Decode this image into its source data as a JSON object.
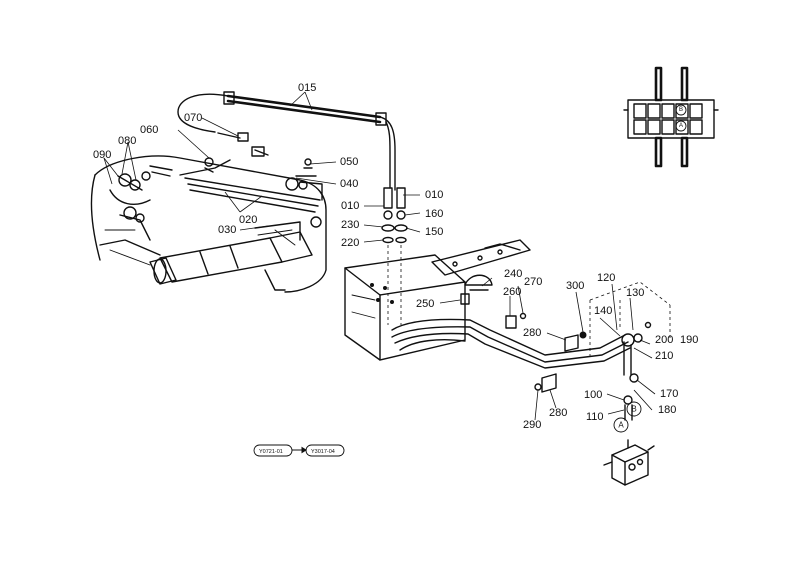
{
  "callouts": {
    "p015": "015",
    "p070": "070",
    "p060": "060",
    "p080": "080",
    "p090": "090",
    "p050": "050",
    "p040": "040",
    "p020": "020",
    "p030": "030",
    "p010a": "010",
    "p010b": "010",
    "p230": "230",
    "p220": "220",
    "p160": "160",
    "p150": "150",
    "p240": "240",
    "p270": "270",
    "p260": "260",
    "p250": "250",
    "p300": "300",
    "p120": "120",
    "p140": "140",
    "p130": "130",
    "p280a": "280",
    "p280b": "280",
    "p200": "200",
    "p190": "190",
    "p210": "210",
    "p170": "170",
    "p180": "180",
    "p100": "100",
    "p110": "110",
    "p290": "290"
  },
  "markers": {
    "A_lower": "A",
    "B_lower": "B",
    "A_valve": "A",
    "B_valve": "B"
  },
  "serial_range": {
    "from": "Y0721-01",
    "to": "Y3017-04"
  }
}
